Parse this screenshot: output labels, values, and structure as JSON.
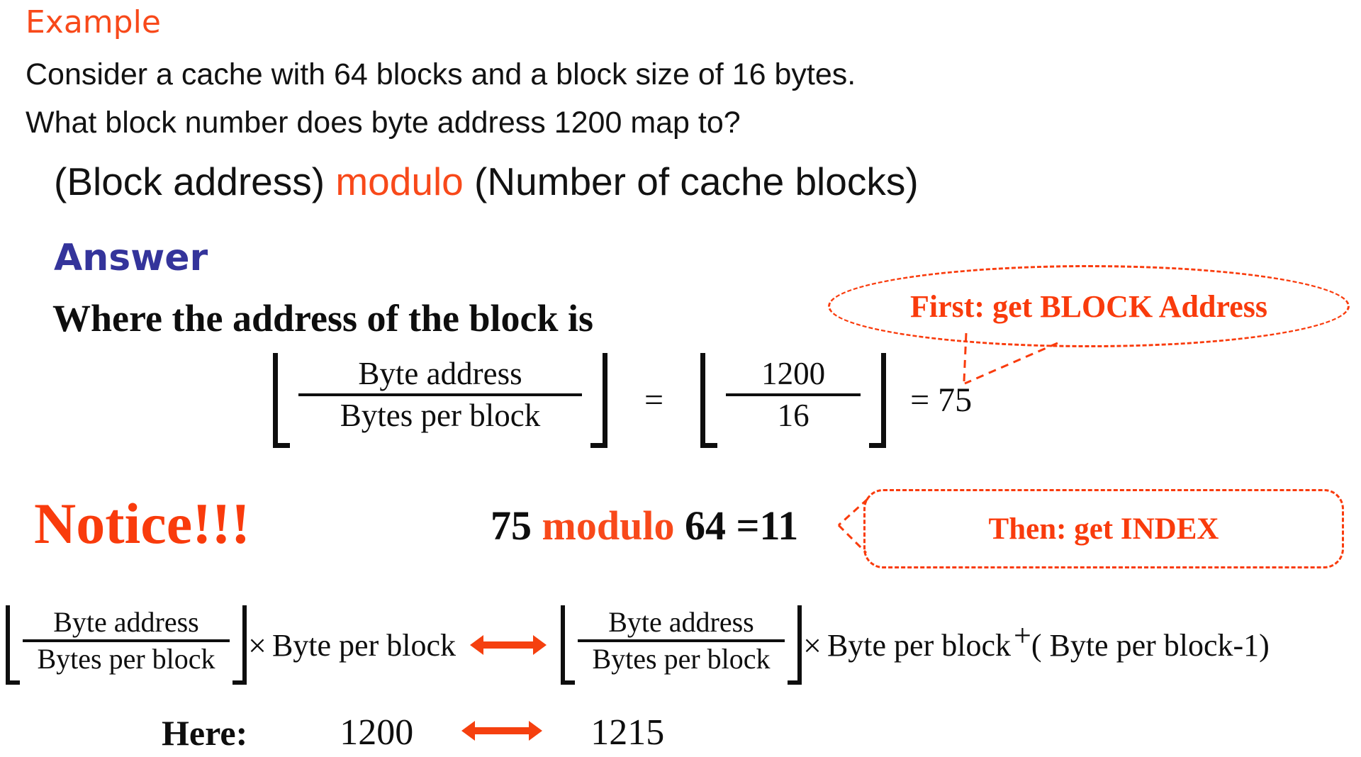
{
  "colors": {
    "orange": "#F8491A",
    "red_orange": "#F93B0C",
    "answer_blue": "#34349B",
    "text": "#0E0E0E"
  },
  "header": {
    "example_label": "Example",
    "line1": "Consider a cache with 64 blocks and a block size of 16 bytes.",
    "line2": "What block number does byte address 1200 map to?"
  },
  "modulo_rule": {
    "prefix": "(Block address) ",
    "keyword": "modulo",
    "suffix": " (Number of cache blocks)"
  },
  "answer": {
    "label": "Answer",
    "where_line": "Where the address of the block is"
  },
  "block_formula": {
    "numerator": "Byte address",
    "denominator": "Bytes per block",
    "equals": "=",
    "value_numerator": "1200",
    "value_denominator": "16",
    "result": "= 75"
  },
  "callouts": {
    "first": "First: get BLOCK Address",
    "then": "Then: get INDEX"
  },
  "notice": {
    "label": "Notice!!!",
    "operand_left": "75 ",
    "keyword": "modulo",
    "operand_right": " 64 =11"
  },
  "range_formula": {
    "numerator": "Byte address",
    "denominator": "Bytes per block",
    "times": "×",
    "byte_per_block": "Byte per block",
    "plus": "+",
    "remainder": "( Byte per block-1)"
  },
  "here": {
    "label": "Here:",
    "start": "1200",
    "end": "1215"
  }
}
